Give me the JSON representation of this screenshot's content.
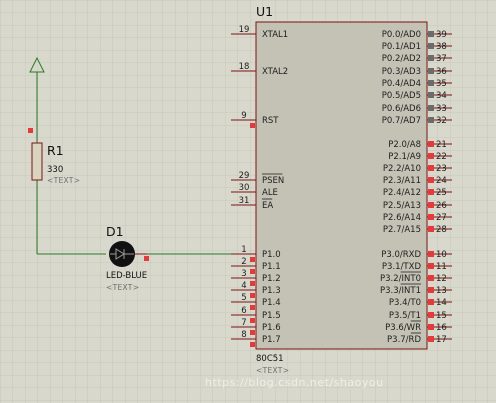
{
  "colors": {
    "background": "#d9d8cc",
    "grid": "#c4c3b6",
    "chip_body": "#c3c2b5",
    "chip_border": "#7a1414",
    "wire": "#2a7a2a",
    "pin_line": "#7a1414",
    "pin_end_red": "#e23b3b",
    "pin_end_gray": "#6b6b6b",
    "led_body": "#111111",
    "resistor_fill": "#d8d4c0"
  },
  "chip": {
    "reference": "U1",
    "part_name": "80C51",
    "text_placeholder": "<TEXT>",
    "left_pins": [
      {
        "num": "19",
        "label": "XTAL1",
        "overbar": false
      },
      {
        "num": "18",
        "label": "XTAL2",
        "overbar": false
      },
      {
        "num": "9",
        "label": "RST",
        "overbar": false
      },
      {
        "num": "29",
        "label": "PSEN",
        "overbar": true
      },
      {
        "num": "30",
        "label": "ALE",
        "overbar": false
      },
      {
        "num": "31",
        "label": "EA",
        "overbar": true
      },
      {
        "num": "1",
        "label": "P1.0",
        "overbar": false
      },
      {
        "num": "2",
        "label": "P1.1",
        "overbar": false
      },
      {
        "num": "3",
        "label": "P1.2",
        "overbar": false
      },
      {
        "num": "4",
        "label": "P1.3",
        "overbar": false
      },
      {
        "num": "5",
        "label": "P1.4",
        "overbar": false
      },
      {
        "num": "6",
        "label": "P1.5",
        "overbar": false
      },
      {
        "num": "7",
        "label": "P1.6",
        "overbar": false
      },
      {
        "num": "8",
        "label": "P1.7",
        "overbar": false
      }
    ],
    "right_pins": [
      {
        "num": "39",
        "label": "P0.0/AD0",
        "end": "gray"
      },
      {
        "num": "38",
        "label": "P0.1/AD1",
        "end": "gray"
      },
      {
        "num": "37",
        "label": "P0.2/AD2",
        "end": "gray"
      },
      {
        "num": "36",
        "label": "P0.3/AD3",
        "end": "gray"
      },
      {
        "num": "35",
        "label": "P0.4/AD4",
        "end": "gray"
      },
      {
        "num": "34",
        "label": "P0.5/AD5",
        "end": "gray"
      },
      {
        "num": "33",
        "label": "P0.6/AD6",
        "end": "gray"
      },
      {
        "num": "32",
        "label": "P0.7/AD7",
        "end": "gray"
      },
      {
        "num": "21",
        "label": "P2.0/A8",
        "end": "red"
      },
      {
        "num": "22",
        "label": "P2.1/A9",
        "end": "red"
      },
      {
        "num": "23",
        "label": "P2.2/A10",
        "end": "red"
      },
      {
        "num": "24",
        "label": "P2.3/A11",
        "end": "red"
      },
      {
        "num": "25",
        "label": "P2.4/A12",
        "end": "red"
      },
      {
        "num": "26",
        "label": "P2.5/A13",
        "end": "red"
      },
      {
        "num": "27",
        "label": "P2.6/A14",
        "end": "red"
      },
      {
        "num": "28",
        "label": "P2.7/A15",
        "end": "red"
      },
      {
        "num": "10",
        "label": "P3.0/RXD",
        "end": "red"
      },
      {
        "num": "11",
        "label": "P3.1/TXD",
        "end": "red"
      },
      {
        "num": "12",
        "label": "P3.2/INT0",
        "end": "red",
        "overbar_from": 5
      },
      {
        "num": "13",
        "label": "P3.3/INT1",
        "end": "red",
        "overbar_from": 5
      },
      {
        "num": "14",
        "label": "P3.4/T0",
        "end": "red"
      },
      {
        "num": "15",
        "label": "P3.5/T1",
        "end": "red"
      },
      {
        "num": "16",
        "label": "P3.6/WR",
        "end": "red",
        "overbar_from": 5
      },
      {
        "num": "17",
        "label": "P3.7/RD",
        "end": "red",
        "overbar_from": 5
      }
    ]
  },
  "resistor": {
    "reference": "R1",
    "value": "330",
    "text_placeholder": "<TEXT>"
  },
  "led": {
    "reference": "D1",
    "value": "LED-BLUE",
    "text_placeholder": "<TEXT>"
  },
  "watermark": "https://blog.csdn.net/shaoyou"
}
